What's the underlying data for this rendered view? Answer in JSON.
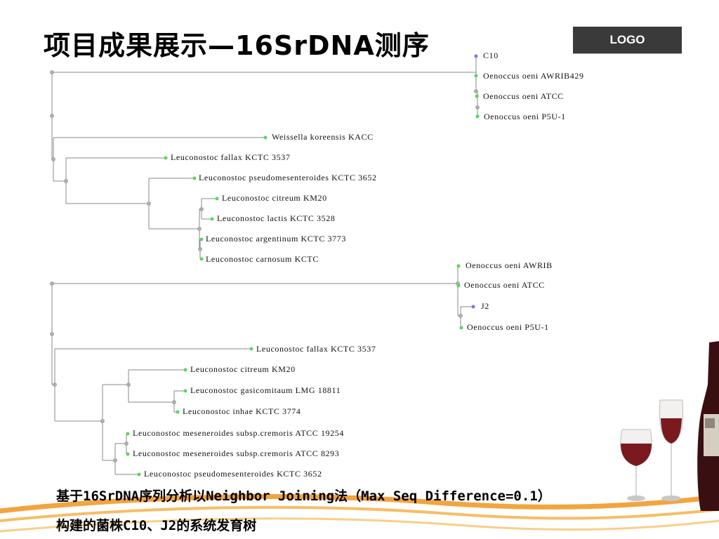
{
  "slide": {
    "title": "项目成果展示—16SrDNA测序",
    "logo": "LOGO"
  },
  "tree1": {
    "leaves": [
      "C10",
      "Oenoccus oeni AWRIB429",
      "Oenoccus oeni ATCC",
      "Oenoccus oeni P5U-1",
      "Weissella koreensis KACC",
      "Leuconostoc fallax KCTC 3537",
      "Leuconostoc pseudomesenteroides KCTC 3652",
      "Leuconostoc citreum KM20",
      "Leuconostoc lactis KCTC 3528",
      "Leuconostoc argentinum KCTC 3773",
      "Leuconostoc carnosum KCTC"
    ]
  },
  "tree2": {
    "leaves": [
      "Oenoccus oeni AWRIB",
      "Oenoccus oeni ATCC",
      "J2",
      "Oenoccus oeni P5U-1",
      "Leuconostoc fallax KCTC 3537",
      "Leuconostoc citreum KM20",
      "Leuconostoc gasicomitaum LMG 18811",
      "Leuconostoc inhae KCTC 3774",
      "Leuconostoc meseneroides subsp.cremoris ATCC 19254",
      "Leuconostoc meseneroides subsp.cremoris ATCC 8293",
      "Leuconostoc pseudomesenteroides KCTC 3652"
    ]
  },
  "caption": {
    "line1": "基于16SrDNA序列分析以Neighbor Joining法（Max Seq Difference=0.1）",
    "line2": "构建的菌株C10、J2的系统发育树"
  }
}
